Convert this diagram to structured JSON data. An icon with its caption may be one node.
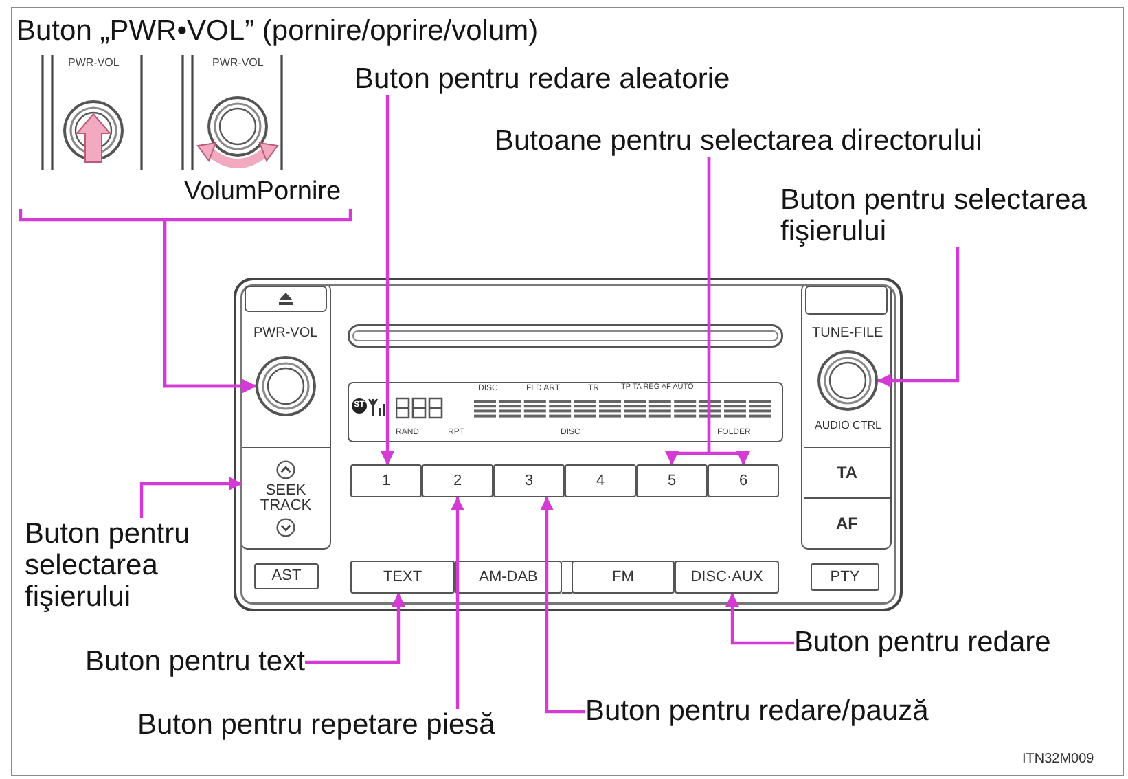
{
  "diagram": {
    "nodes": [
      {
        "text": [
          "PWR-VOL"
        ]
      },
      {
        "text": [
          "PWR-VOL"
        ],
        "beside": [
          "VolumPornire"
        ]
      },
      {
        "text": [
          "Buton pentru redare aleatorie"
        ]
      },
      {
        "text": [
          "Butoane pentru selectarea directorului"
        ]
      },
      {
        "text": [
          "Buton pentru selectarea fişierului"
        ]
      },
      {
        "text": [],
        "shape": "box"
      },
      {
        "text": [],
        "shape": "box",
        "in": 5
      },
      {
        "text": [],
        "shape": "box",
        "in": 5
      },
      {
        "text": [],
        "shape": "circle",
        "beside": [
          "PWR-VOL"
        ],
        "in": 5
      },
      {
        "text": [
          "DISC",
          "FLD ART",
          "TR",
          "TP TA REG AF AUTO",
          "ST",
          "RAND",
          "RPT",
          "DISC",
          "FOLDER"
        ],
        "in": 5
      },
      {
        "text": [],
        "shape": "circle",
        "beside": [
          "TUNE-FILE",
          "AUDIO CTRL"
        ],
        "in": 5
      },
      {
        "text": [
          "SEEK TRACK"
        ],
        "in": 5
      },
      {
        "text": [
          "1"
        ],
        "in": 5
      },
      {
        "text": [
          "2"
        ],
        "in": 5
      },
      {
        "text": [
          "3"
        ],
        "in": 5
      },
      {
        "text": [
          "4"
        ],
        "in": 5
      },
      {
        "text": [
          "5"
        ],
        "in": 5
      },
      {
        "text": [
          "6"
        ],
        "in": 5
      },
      {
        "text": [
          "TA"
        ],
        "in": 5
      },
      {
        "text": [
          "AF"
        ],
        "in": 5
      },
      {
        "text": [
          "AST"
        ],
        "in": 5
      },
      {
        "text": [
          "TEXT"
        ],
        "in": 5
      },
      {
        "text": [
          "AM-DAB"
        ],
        "in": 5
      },
      {
        "text": [
          "FM"
        ],
        "in": 5
      },
      {
        "text": [
          "DISC·AUX"
        ],
        "in": 5
      },
      {
        "text": [
          "PTY"
        ],
        "in": 5
      },
      {
        "text": [
          "Buton pentru selectarea fişierului"
        ]
      },
      {
        "text": [
          "Buton pentru redare"
        ]
      },
      {
        "text": [
          "Buton pentru text"
        ]
      },
      {
        "text": [
          "Buton pentru redare/pauză"
        ]
      },
      {
        "text": [
          "Buton pentru repetare piesă"
        ]
      }
    ],
    "edges": [
      {
        "from": 0,
        "to": 8,
        "arrow": "to"
      },
      {
        "from": 1,
        "to": 8,
        "arrow": "to"
      },
      {
        "from": 2,
        "to": 12,
        "arrow": "to"
      },
      {
        "from": 3,
        "to": 16,
        "arrow": "to"
      },
      {
        "from": 3,
        "to": 17,
        "arrow": "to"
      },
      {
        "from": 4,
        "to": 10,
        "arrow": "to"
      },
      {
        "from": 26,
        "to": 11,
        "arrow": "to"
      },
      {
        "from": 27,
        "to": 24,
        "arrow": "to"
      },
      {
        "from": 28,
        "to": 21,
        "arrow": "to"
      },
      {
        "from": 29,
        "to": 14,
        "arrow": "to"
      },
      {
        "from": 30,
        "to": 13,
        "arrow": "to"
      }
    ],
    "labels": [
      "Buton „PWR•VOL” (pornire/oprire/volum)",
      "ITN32M009"
    ]
  }
}
